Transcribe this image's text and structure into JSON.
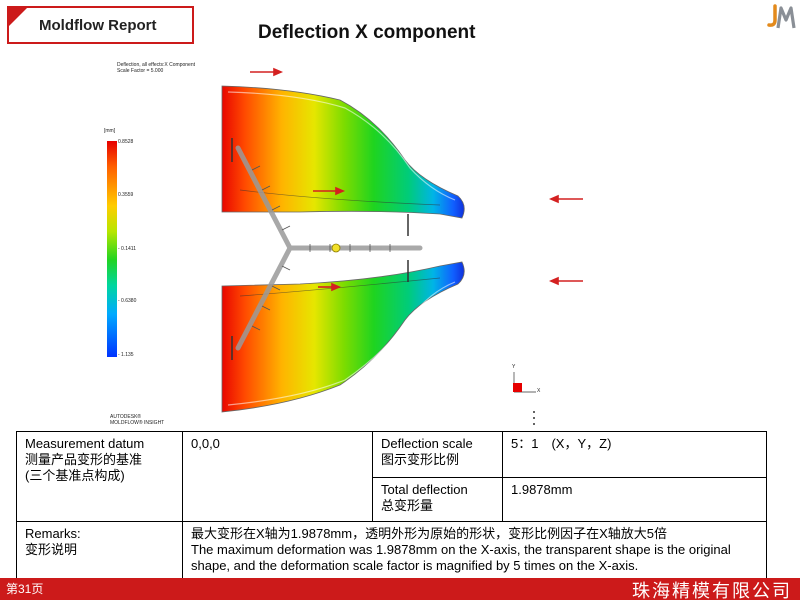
{
  "header": {
    "badge_label": "Moldflow Report",
    "title": "Deflection X component"
  },
  "plot": {
    "caption_line1": "Deflection, all effects:X Component",
    "caption_line2": "Scale Factor = 5.000",
    "legend_unit": "[mm]",
    "legend_ticks": [
      "0.8528",
      "0.3559",
      "- 0.1411",
      "- 0.6380",
      "- 1.135"
    ],
    "brand_line1": "AUTODESK®",
    "brand_line2": "MOLDFLOW® INSIGHT",
    "axis_y": "Y",
    "axis_x": "X",
    "colors": {
      "max": "#e60000",
      "mid": "#22d422",
      "min": "#0033ff",
      "arrow": "#d42020"
    }
  },
  "table": {
    "datum_label_en": "Measurement datum",
    "datum_label_cn": "测量产品变形的基准",
    "datum_label_note": "(三个基准点构成)",
    "datum_value": "0,0,0",
    "scale_label_en": "Deflection scale",
    "scale_label_cn": "图示变形比例",
    "scale_value": "5：1　(X，Y，Z)",
    "total_label_en": "Total deflection",
    "total_label_cn": "总变形量",
    "total_value": "1.9878mm",
    "remarks_label_en": "Remarks:",
    "remarks_label_cn": "变形说明",
    "remarks_cn": "最大变形在X轴为1.9878mm，透明外形为原始的形状，变形比例因子在X轴放大5倍",
    "remarks_en": "The maximum deformation was 1.9878mm on the X-axis, the transparent shape is the original shape, and the deformation scale factor is magnified by 5 times on the X-axis."
  },
  "footer": {
    "page": "第31页",
    "company": "珠海精模有限公司"
  }
}
